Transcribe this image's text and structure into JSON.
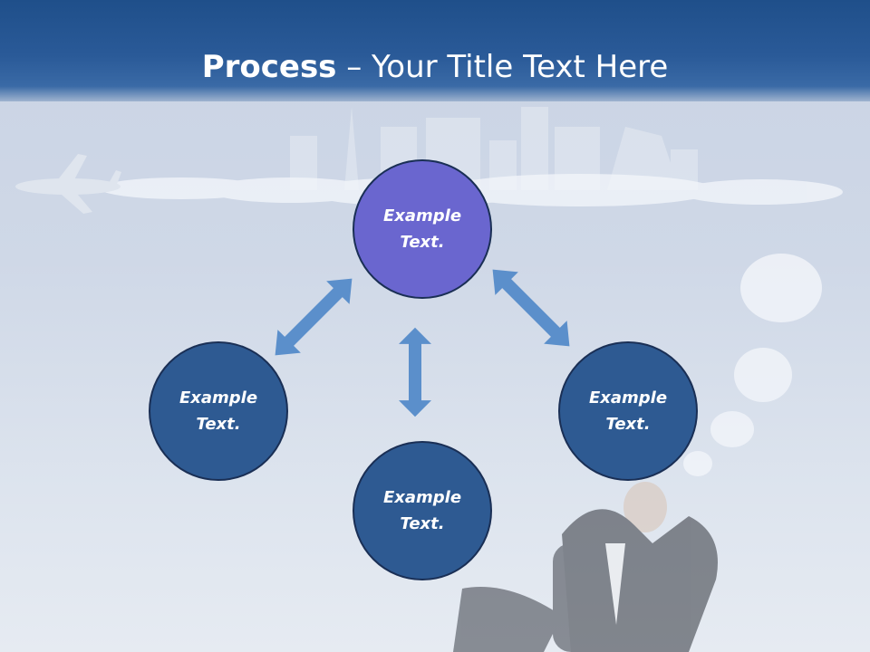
{
  "slide": {
    "title_bold": "Process",
    "title_rest": " – Your Title Text Here"
  },
  "circles": {
    "top": {
      "line1": "Example",
      "line2": "Text."
    },
    "left": {
      "line1": "Example",
      "line2": "Text."
    },
    "right": {
      "line1": "Example",
      "line2": "Text."
    },
    "bottom": {
      "line1": "Example",
      "line2": "Text."
    }
  },
  "colors": {
    "header": "#2a5a98",
    "circle_top": "#6a66cf",
    "circle_dark": "#2e5a92",
    "arrow": "#5b8fcb"
  },
  "icons": [
    "airplane-icon",
    "businessman-illustration"
  ]
}
